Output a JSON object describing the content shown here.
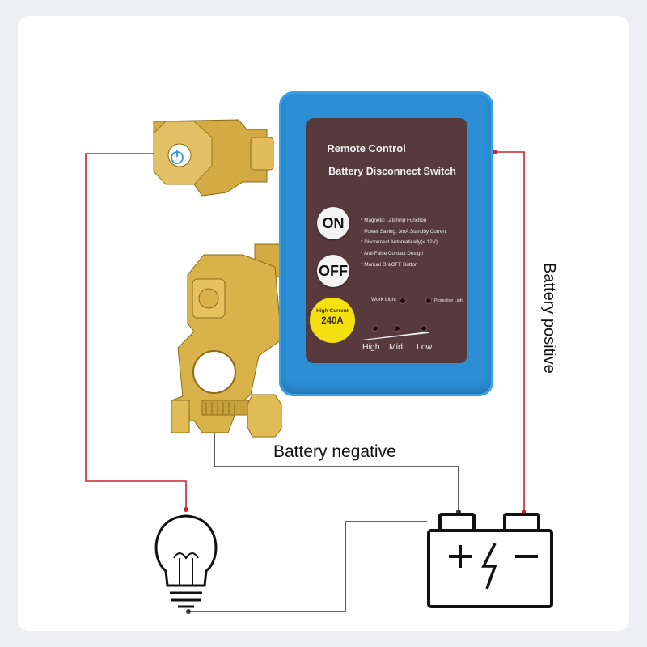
{
  "device": {
    "title_line1": "Remote Control",
    "title_line2": "Battery Disconnect Switch",
    "on_button": "ON",
    "off_button": "OFF",
    "features": [
      "* Magnetic Latching Function",
      "* Power Saving, 3mA Standby Current",
      "* Disconnect Automatically(< 12V)",
      "* Anti-False Contact Design",
      "* Manual ON/OFF Button"
    ],
    "badge_line1": "High Current",
    "badge_line2": "240A",
    "work_light": "Work Light",
    "protection_light": "Protection Light",
    "levels": [
      "High",
      "Mid",
      "Low"
    ]
  },
  "labels": {
    "battery_negative": "Battery negative",
    "battery_positive": "Battery positive"
  },
  "colors": {
    "device_blue": "#2c8fd6",
    "panel_brown": "#563a3c",
    "brass": "#d9b24a",
    "positive_wire": "#c9252b",
    "negative_wire": "#333333",
    "badge_yellow": "#f4df10"
  }
}
